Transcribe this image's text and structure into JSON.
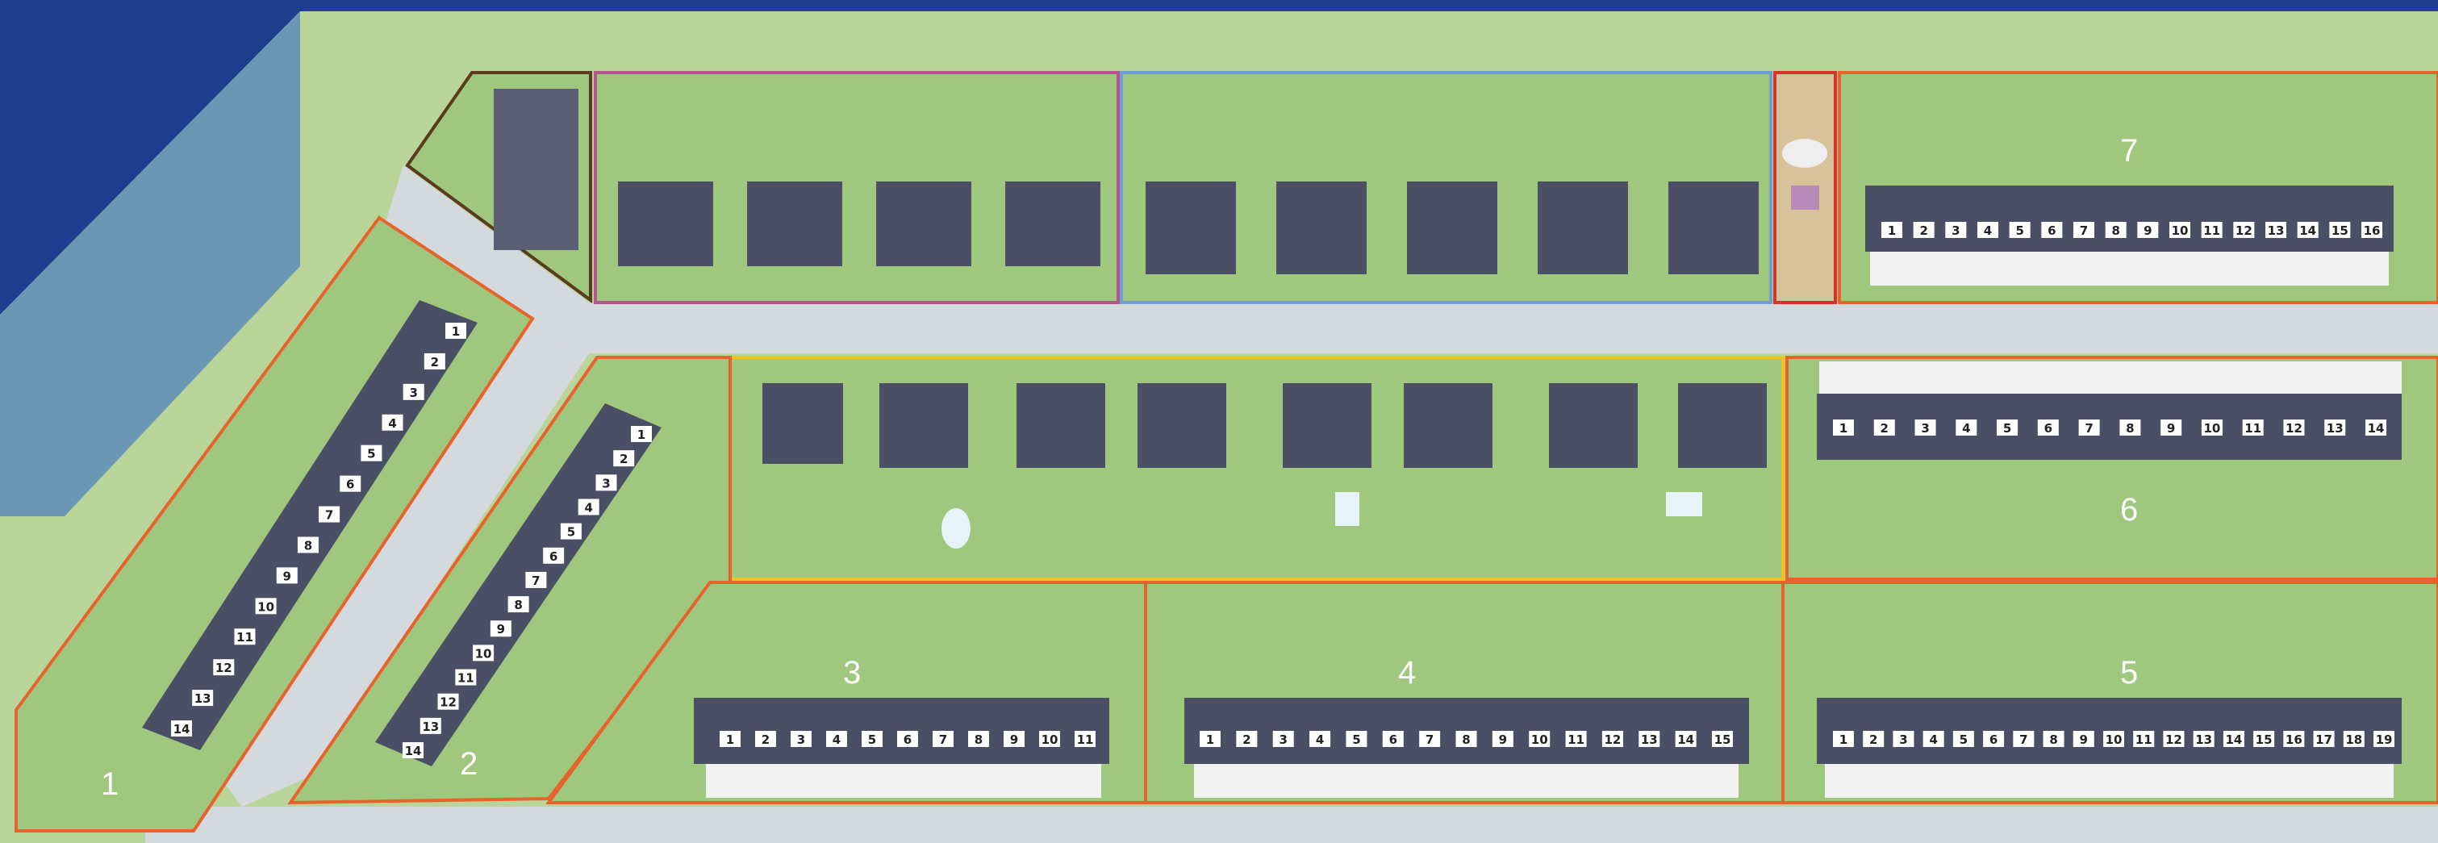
{
  "colors": {
    "grass": "#b9d59a",
    "lawn": "#9fc77d",
    "road": "#d4d9dd",
    "water_dark": "#1e3d8f",
    "water_light": "#6b97b5",
    "building_roof": "#4b4f66",
    "building_wall": "#f2f2f2",
    "border_orange": "#e8632b",
    "border_purple": "#b1578d",
    "border_blue": "#6f9fd0",
    "border_red": "#d6332b",
    "border_yellow": "#f3c21c",
    "border_brown": "#5a3b1e"
  },
  "plots": [
    {
      "id": "plot-1",
      "label": "1",
      "border": "orange",
      "unit_labels": [
        "1",
        "2",
        "3",
        "4",
        "5",
        "6",
        "7",
        "8",
        "9",
        "10",
        "11",
        "12",
        "13",
        "14"
      ]
    },
    {
      "id": "plot-2",
      "label": "2",
      "border": "orange",
      "unit_labels": [
        "1",
        "2",
        "3",
        "4",
        "5",
        "6",
        "7",
        "8",
        "9",
        "10",
        "11",
        "12",
        "13",
        "14"
      ]
    },
    {
      "id": "plot-3",
      "label": "3",
      "border": "orange",
      "unit_labels": [
        "1",
        "2",
        "3",
        "4",
        "5",
        "6",
        "7",
        "8",
        "9",
        "10",
        "11"
      ]
    },
    {
      "id": "plot-4",
      "label": "4",
      "border": "orange",
      "unit_labels": [
        "1",
        "2",
        "3",
        "4",
        "5",
        "6",
        "7",
        "8",
        "9",
        "10",
        "11",
        "12",
        "13",
        "14",
        "15"
      ]
    },
    {
      "id": "plot-5",
      "label": "5",
      "border": "orange",
      "unit_labels": [
        "1",
        "2",
        "3",
        "4",
        "5",
        "6",
        "7",
        "8",
        "9",
        "10",
        "11",
        "12",
        "13",
        "14",
        "15",
        "16",
        "17",
        "18",
        "19"
      ]
    },
    {
      "id": "plot-6",
      "label": "6",
      "border": "orange",
      "unit_labels": [
        "1",
        "2",
        "3",
        "4",
        "5",
        "6",
        "7",
        "8",
        "9",
        "10",
        "11",
        "12",
        "13",
        "14"
      ]
    },
    {
      "id": "plot-7",
      "label": "7",
      "border": "orange",
      "unit_labels": [
        "1",
        "2",
        "3",
        "4",
        "5",
        "6",
        "7",
        "8",
        "9",
        "10",
        "11",
        "12",
        "13",
        "14",
        "15",
        "16"
      ]
    }
  ],
  "other_areas": [
    {
      "id": "duplex-zone",
      "border": "purple"
    },
    {
      "id": "semi-detached-zone",
      "border": "blue"
    },
    {
      "id": "playground",
      "border": "red"
    },
    {
      "id": "villa-zone",
      "border": "yellow"
    },
    {
      "id": "utility-building",
      "border": "brown"
    }
  ]
}
